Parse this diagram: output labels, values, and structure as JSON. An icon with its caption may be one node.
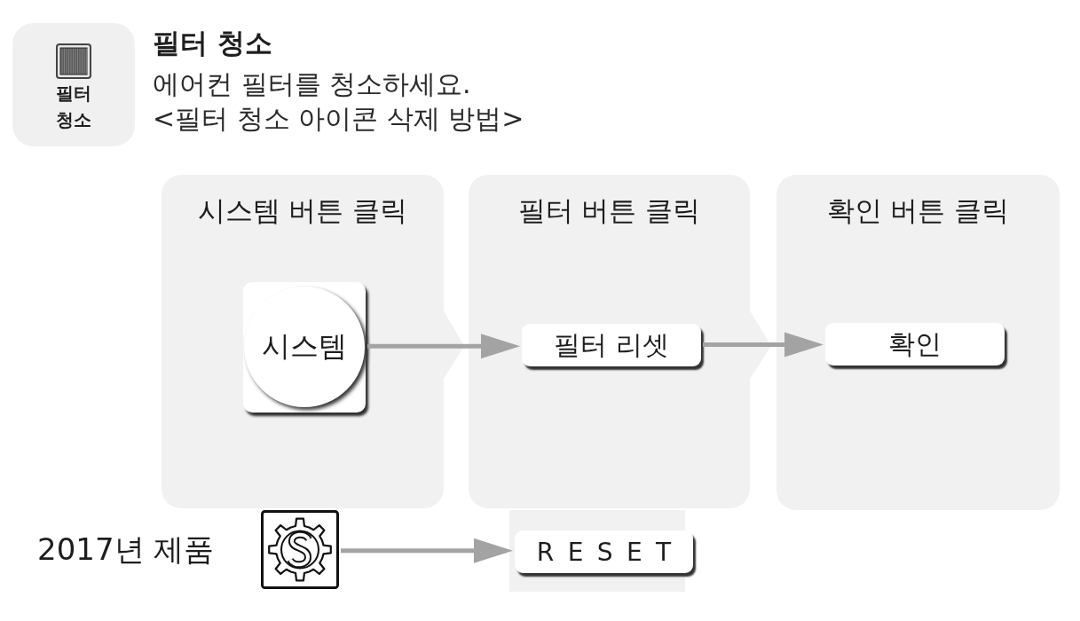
{
  "diagram": {
    "title": "필터 청소",
    "nodes": [
      {
        "text": [
          "필터 청소"
        ]
      },
      {
        "text": [
          "시스템 버튼 클릭"
        ]
      },
      {
        "text": [
          "시스템"
        ],
        "in": 1
      },
      {
        "text": [
          "필터 버튼 클릭"
        ]
      },
      {
        "text": [
          "필터 리셋"
        ],
        "in": 3
      },
      {
        "text": [
          "확인 버튼 클릭"
        ]
      },
      {
        "text": [
          "확인"
        ],
        "in": 5
      },
      {
        "text": [],
        "shape": "picture",
        "beside": [
          "2017년 제품"
        ]
      },
      {
        "text": [
          "RESET"
        ]
      }
    ],
    "edges": [
      {
        "from": 2,
        "to": 4,
        "arrow": "to"
      },
      {
        "from": 4,
        "to": 6,
        "arrow": "to"
      },
      {
        "from": 7,
        "to": 8,
        "arrow": "to"
      }
    ],
    "labels": [
      "에어컨 필터를 청소하세요.",
      "<필터 청소 아이콘 삭제 방법>"
    ]
  }
}
